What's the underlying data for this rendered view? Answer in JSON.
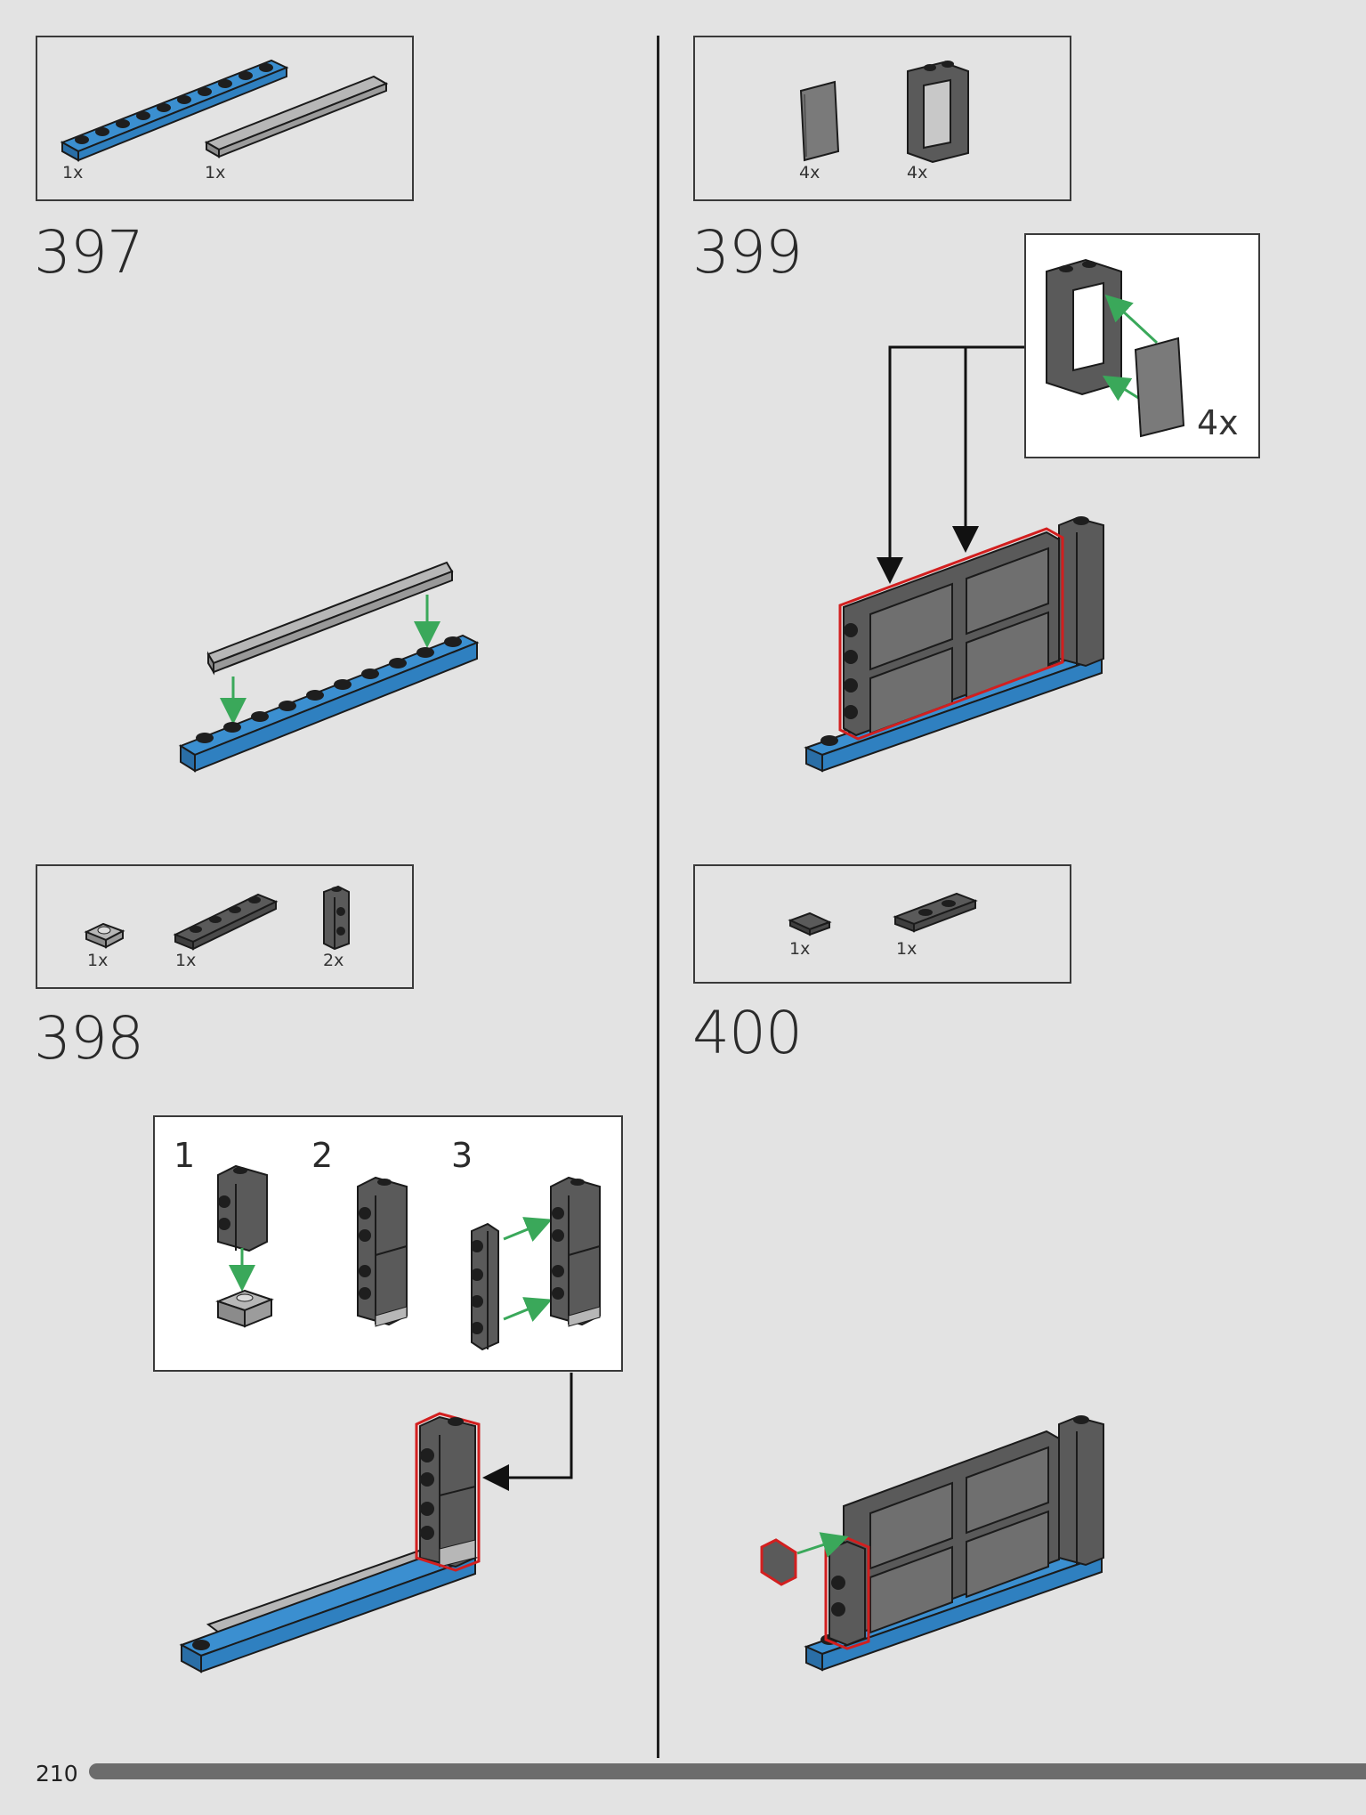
{
  "page": {
    "number": "210"
  },
  "steps": [
    {
      "number": "397",
      "parts": [
        {
          "qty": "1x",
          "color": "#3b8fd0"
        },
        {
          "qty": "1x",
          "color": "#a8a8a8"
        }
      ]
    },
    {
      "number": "398",
      "parts": [
        {
          "qty": "1x",
          "color": "#a8a8a8"
        },
        {
          "qty": "1x",
          "color": "#5a5a5a"
        },
        {
          "qty": "2x",
          "color": "#5a5a5a"
        }
      ],
      "substeps": [
        "1",
        "2",
        "3"
      ]
    },
    {
      "number": "399",
      "parts": [
        {
          "qty": "4x",
          "color": "#7a7a7a"
        },
        {
          "qty": "4x",
          "color": "#5a5a5a"
        }
      ],
      "callout_multiplier": "4x"
    },
    {
      "number": "400",
      "parts": [
        {
          "qty": "1x",
          "color": "#5a5a5a"
        },
        {
          "qty": "1x",
          "color": "#5a5a5a"
        }
      ]
    }
  ],
  "colors": {
    "highlight": "#d21f1f",
    "arrow": "#3aa85a",
    "plate_blue": "#3b8fd0",
    "dark_gray": "#5a5a5a"
  }
}
